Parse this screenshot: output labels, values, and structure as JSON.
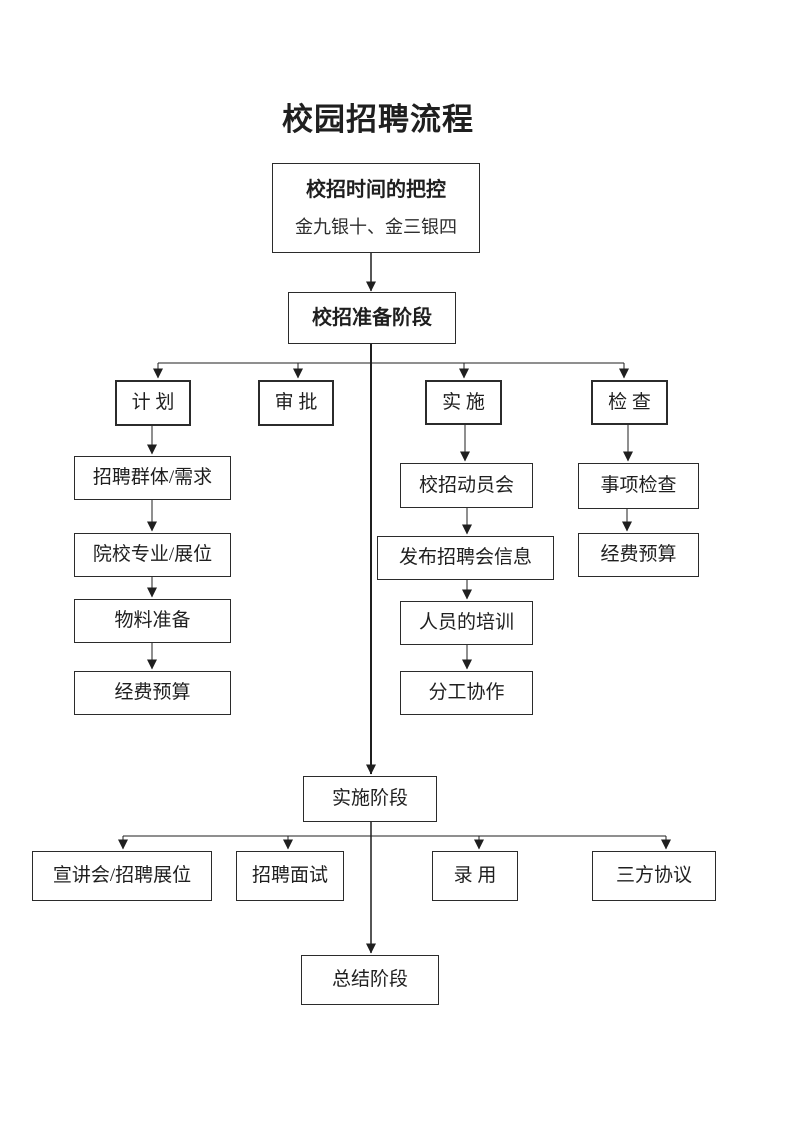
{
  "title": "校园招聘流程",
  "timing_box": {
    "heading": "校招时间的把控",
    "subtitle": "金九银十、金三银四"
  },
  "prep_stage": "校招准备阶段",
  "branch_headers": {
    "plan": "计 划",
    "approve": "审 批",
    "implement": "实 施",
    "check": "检 查"
  },
  "plan_steps": [
    "招聘群体/需求",
    "院校专业/展位",
    "物料准备",
    "经费预算"
  ],
  "implement_steps": [
    "校招动员会",
    "发布招聘会信息",
    "人员的培训",
    "分工协作"
  ],
  "check_steps": [
    "事项检查",
    "经费预算"
  ],
  "implement_stage": "实施阶段",
  "implement_stage_steps": [
    "宣讲会/招聘展位",
    "招聘面试",
    "录 用",
    "三方协议"
  ],
  "summary_stage": "总结阶段",
  "colors": {
    "line": "#1f1f1f",
    "box_border": "#2b2b2b",
    "text": "#1f1f1f",
    "background": "#ffffff"
  }
}
